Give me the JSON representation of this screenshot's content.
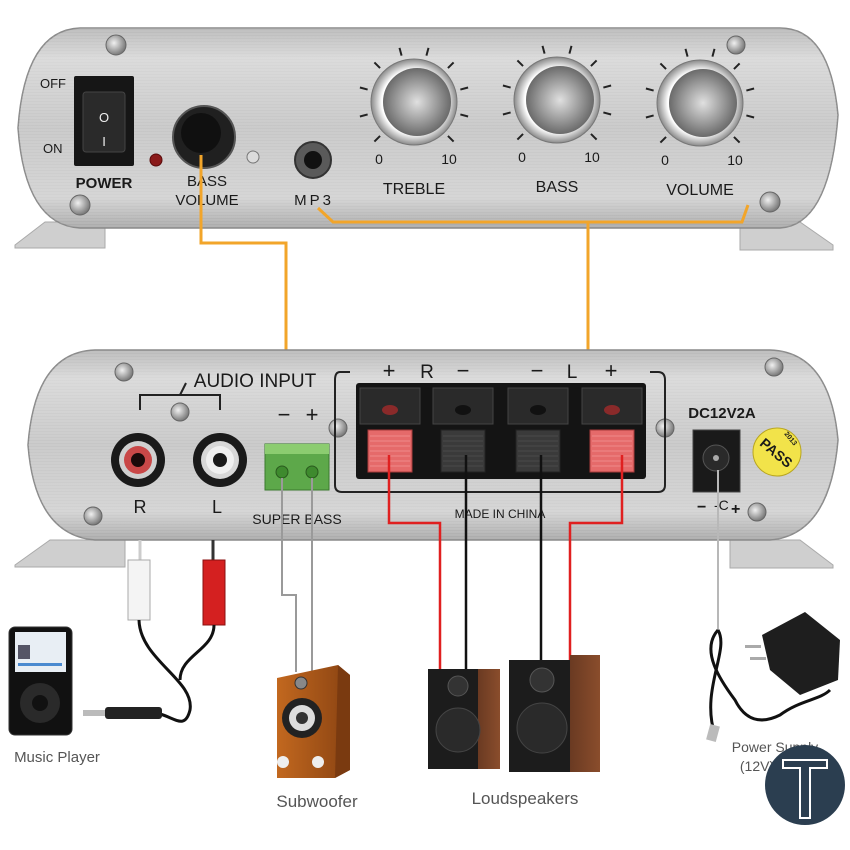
{
  "front_panel": {
    "switch_off_label": "OFF",
    "switch_on_label": "ON",
    "switch_off_glyph": "O",
    "switch_on_glyph": "I",
    "power_label": "POWER",
    "bass_volume_label_1": "BASS",
    "bass_volume_label_2": "VOLUME",
    "mp3_label": "MP3",
    "knobs": [
      {
        "name": "TREBLE",
        "min": "0",
        "max": "10"
      },
      {
        "name": "BASS",
        "min": "0",
        "max": "10"
      },
      {
        "name": "VOLUME",
        "min": "0",
        "max": "10"
      }
    ]
  },
  "rear_panel": {
    "audio_input_label": "AUDIO INPUT",
    "rca_right_label": "R",
    "rca_left_label": "L",
    "super_bass_minus": "−",
    "super_bass_plus": "+",
    "super_bass_label": "SUPER BASS",
    "speaker_terminals_header": {
      "r_plus": "+",
      "r_label": "R",
      "r_minus": "−",
      "l_minus": "−",
      "l_label": "L",
      "l_plus": "+"
    },
    "made_in_label": "MADE IN CHINA",
    "dc_label": "DC12V2A",
    "polarity_minus": "−",
    "polarity_plus": "+",
    "pass_sticker": {
      "text": "PASS",
      "year": "2013",
      "color": "#f2e34a"
    }
  },
  "devices": {
    "music_player_label": "Music Player",
    "subwoofer_label": "Subwoofer",
    "loudspeakers_label": "Loudspeakers",
    "power_supply_label_1": "Power Supply",
    "power_supply_label_2": "(12V)"
  },
  "colors": {
    "arrow": "#f2a52a",
    "positive_wire": "#e02020",
    "negative_wire": "#111111",
    "subwoofer_wire": "#9a9a9a",
    "panel": "#c9c9c9",
    "logo_bg": "#2b3e50"
  },
  "logo": {
    "glyph": "T"
  }
}
